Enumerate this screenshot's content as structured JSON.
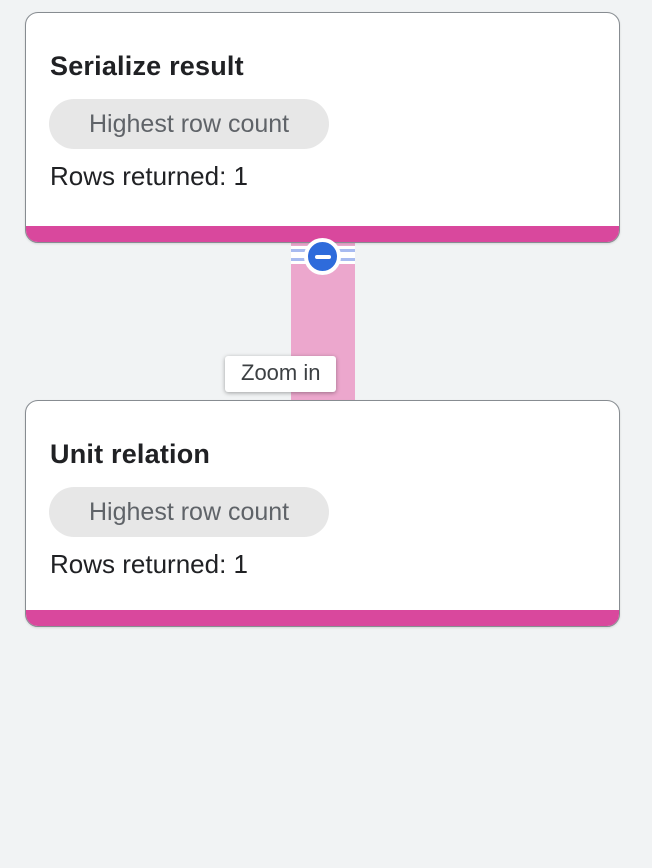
{
  "diagram": {
    "tooltip_text": "Zoom in",
    "nodes": [
      {
        "title": "Serialize result",
        "badge": "Highest row count",
        "rows_returned": "Rows returned: 1"
      },
      {
        "title": "Unit relation",
        "badge": "Highest row count",
        "rows_returned": "Rows returned: 1"
      }
    ],
    "icons": {
      "collapse": "minus-circle-icon"
    },
    "colors": {
      "page_background": "#F1F3F4",
      "node_background": "#FFFFFF",
      "node_border": "#878C91",
      "node_accent_pink": "#D9489D",
      "edge_pink": "#ECA7CD",
      "edge_stripe_blue": "#A8BBF0",
      "collapse_button_blue": "#2E6BDB",
      "badge_background": "#E7E7E7",
      "badge_text": "#5F6368",
      "title_text": "#202124",
      "tooltip_text": "#3C4043"
    }
  }
}
